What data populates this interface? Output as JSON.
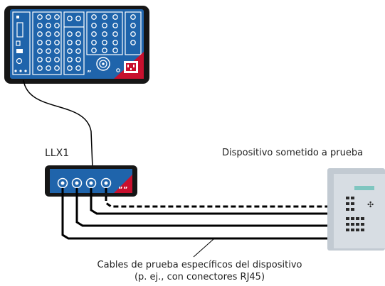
{
  "labels": {
    "llx": "LLX1",
    "dut": "Dispositivo sometido a prueba",
    "cables_line1": "Cables de prueba específicos del dispositivo",
    "cables_line2": "(p. ej., con conectores RJ45)"
  },
  "colors": {
    "device_blue": "#1f64ab",
    "device_black": "#161616",
    "accent_red": "#c8102e",
    "cable": "#000000",
    "dut_body": "#d7dde3",
    "dut_screen": "#7fc6c0"
  },
  "icons": {
    "test_set": "test-set-icon",
    "llx_box": "llx-interface-icon",
    "dut": "phone-device-icon"
  }
}
